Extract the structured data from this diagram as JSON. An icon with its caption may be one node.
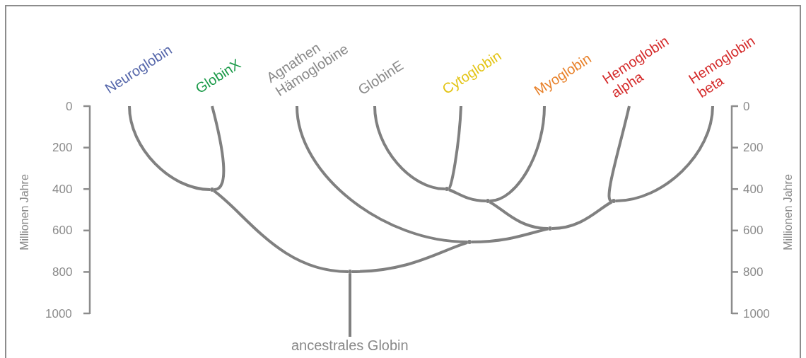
{
  "diagram": {
    "nodes": [
      {
        "text": [
          "Neuroglobin"
        ]
      },
      {
        "text": [
          "GlobinX"
        ]
      },
      {
        "text": [
          "Agnathen Hämoglobine"
        ]
      },
      {
        "text": [
          "GlobinE"
        ]
      },
      {
        "text": [
          "Cytoglobin"
        ]
      },
      {
        "text": [
          "Myoglobin"
        ]
      },
      {
        "text": [
          "Hemoglobin alpha"
        ]
      },
      {
        "text": [
          "Hemoglobin beta"
        ]
      },
      {
        "text": [],
        "shape": "point"
      },
      {
        "text": [],
        "shape": "point"
      },
      {
        "text": [],
        "shape": "point"
      },
      {
        "text": [],
        "shape": "point"
      },
      {
        "text": [],
        "shape": "point"
      },
      {
        "text": [],
        "shape": "point"
      },
      {
        "text": [],
        "shape": "point"
      },
      {
        "text": [
          "ancestrales Globin"
        ]
      }
    ],
    "edges": [
      {
        "from": 14,
        "to": 8,
        "arrow": "none"
      },
      {
        "from": 14,
        "to": 13,
        "arrow": "none"
      },
      {
        "from": 8,
        "to": 0,
        "arrow": "none"
      },
      {
        "from": 8,
        "to": 1,
        "arrow": "none"
      },
      {
        "from": 13,
        "to": 2,
        "arrow": "none"
      },
      {
        "from": 13,
        "to": 12,
        "arrow": "none"
      },
      {
        "from": 12,
        "to": 10,
        "arrow": "none"
      },
      {
        "from": 12,
        "to": 11,
        "arrow": "none"
      },
      {
        "from": 10,
        "to": 9,
        "arrow": "none"
      },
      {
        "from": 10,
        "to": 5,
        "arrow": "none"
      },
      {
        "from": 9,
        "to": 3,
        "arrow": "none"
      },
      {
        "from": 9,
        "to": 4,
        "arrow": "none"
      },
      {
        "from": 11,
        "to": 6,
        "arrow": "none"
      },
      {
        "from": 11,
        "to": 7,
        "arrow": "none"
      },
      {
        "from": 14,
        "to": 15,
        "arrow": "none"
      }
    ],
    "labels": [
      "0",
      "200",
      "400",
      "600",
      "800",
      "1000",
      "Millionen Jahre",
      "0",
      "200",
      "400",
      "600",
      "800",
      "1000",
      "Millionen Jahre"
    ]
  }
}
